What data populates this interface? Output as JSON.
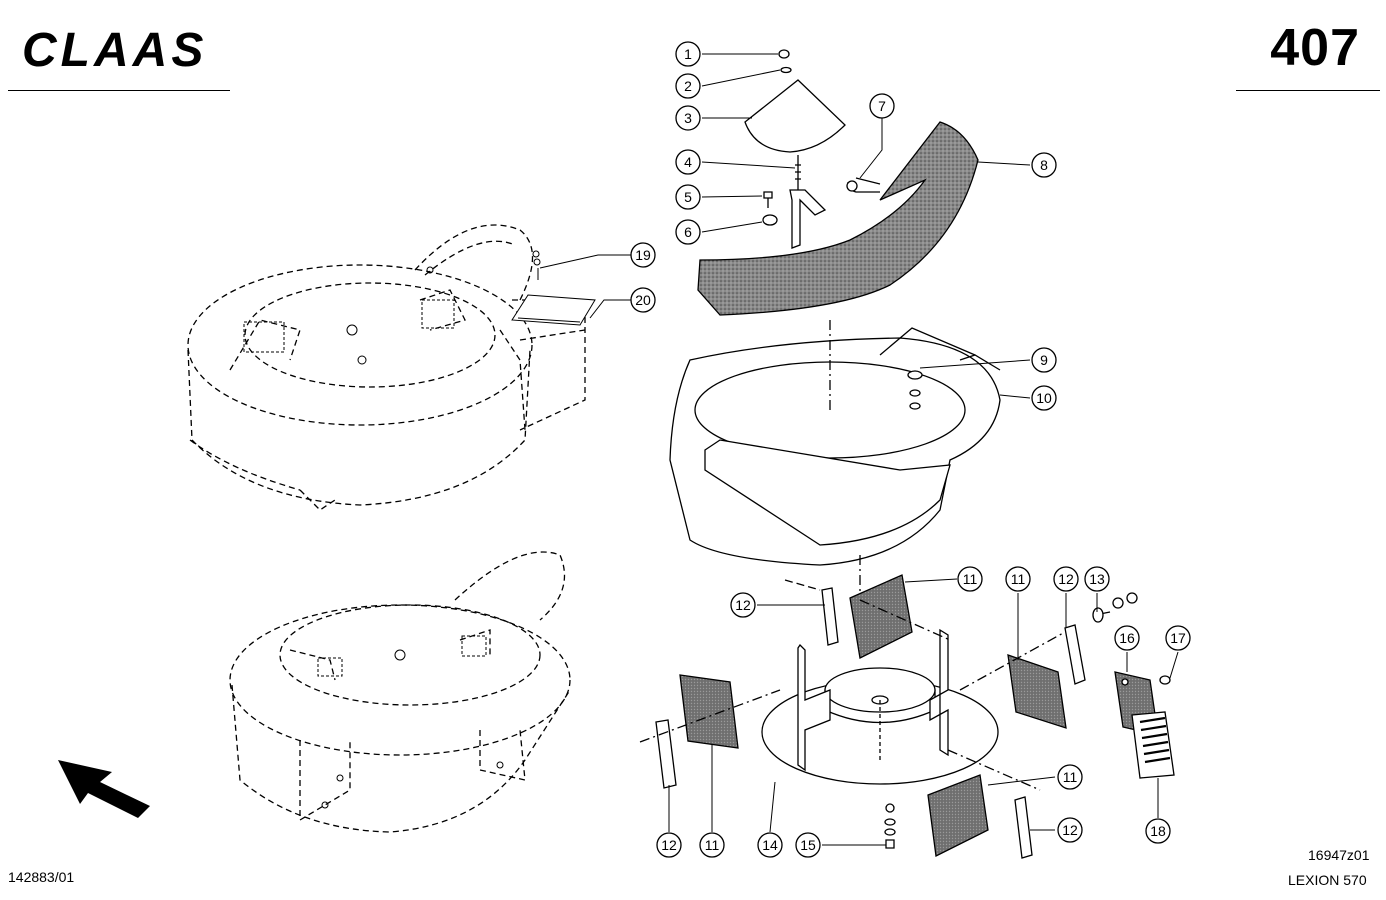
{
  "header": {
    "brand": "CLAAS",
    "page_number": "407"
  },
  "footer": {
    "drawing_ref": "142883/01",
    "image_code": "16947z01",
    "model": "LEXION 570"
  },
  "callouts": [
    {
      "id": "1",
      "label": "1"
    },
    {
      "id": "2",
      "label": "2"
    },
    {
      "id": "3",
      "label": "3"
    },
    {
      "id": "4",
      "label": "4"
    },
    {
      "id": "5",
      "label": "5"
    },
    {
      "id": "6",
      "label": "6"
    },
    {
      "id": "7",
      "label": "7"
    },
    {
      "id": "8",
      "label": "8"
    },
    {
      "id": "9",
      "label": "9"
    },
    {
      "id": "10",
      "label": "10"
    },
    {
      "id": "11a",
      "label": "11"
    },
    {
      "id": "11b",
      "label": "11"
    },
    {
      "id": "11c",
      "label": "11"
    },
    {
      "id": "11d",
      "label": "11"
    },
    {
      "id": "12a",
      "label": "12"
    },
    {
      "id": "12b",
      "label": "12"
    },
    {
      "id": "12c",
      "label": "12"
    },
    {
      "id": "12d",
      "label": "12"
    },
    {
      "id": "13",
      "label": "13"
    },
    {
      "id": "14",
      "label": "14"
    },
    {
      "id": "15",
      "label": "15"
    },
    {
      "id": "16",
      "label": "16"
    },
    {
      "id": "17",
      "label": "17"
    },
    {
      "id": "18",
      "label": "18"
    },
    {
      "id": "19",
      "label": "19"
    },
    {
      "id": "20",
      "label": "20"
    }
  ]
}
